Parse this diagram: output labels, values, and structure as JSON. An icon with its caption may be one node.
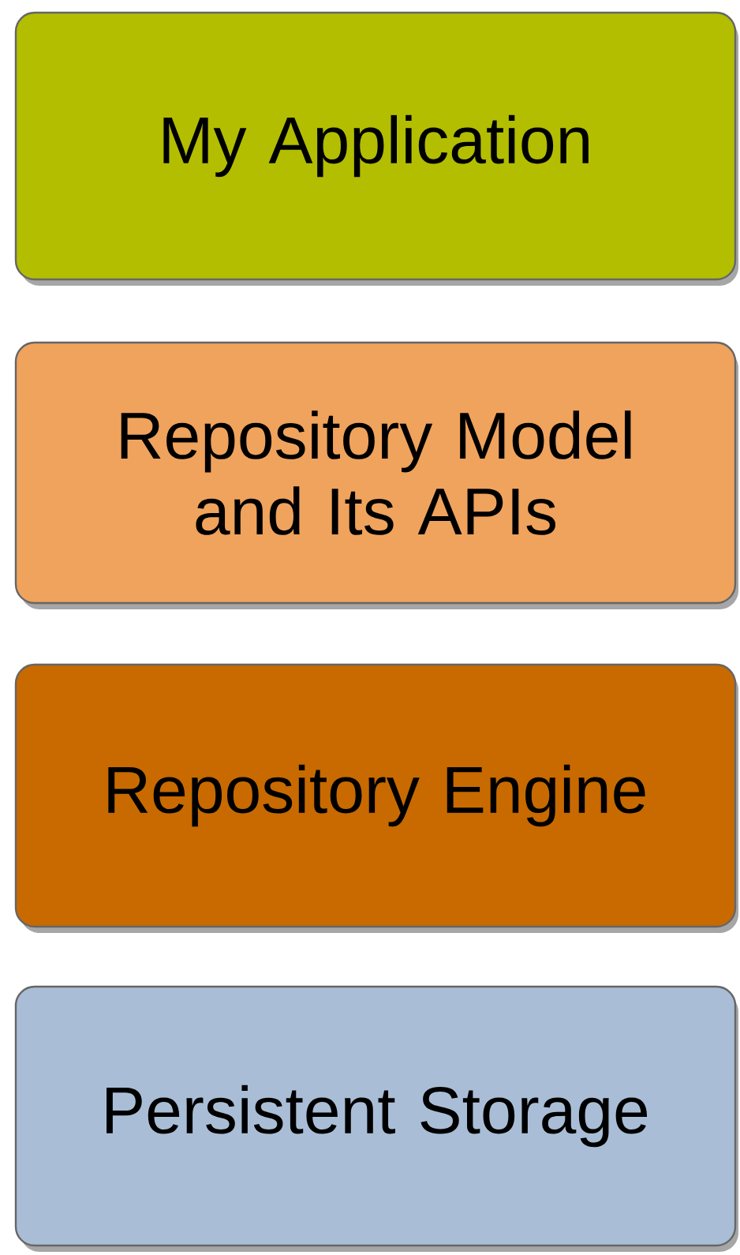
{
  "diagram": {
    "nodes": [
      {
        "text": [
          "My Application"
        ]
      },
      {
        "text": [
          "Repository Model and Its APIs"
        ]
      },
      {
        "text": [
          "Repository Engine"
        ]
      },
      {
        "text": [
          "Persistent Storage"
        ]
      }
    ]
  }
}
